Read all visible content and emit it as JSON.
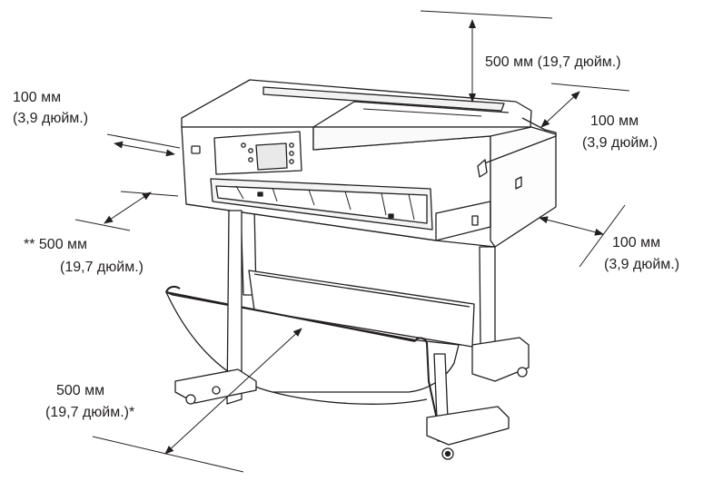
{
  "labels": {
    "top": "500 мм (19,7 дюйм.)",
    "left_mm": "100 мм",
    "left_in": "(3,9 дюйм.)",
    "right_top_mm": "100 мм",
    "right_top_in": "(3,9 дюйм.)",
    "right_side_mm": "100 мм",
    "right_side_in": "(3,9 дюйм.)",
    "front_mid_mm": "** 500 мм",
    "front_mid_in": "(19,7 дюйм.)",
    "bottom_mm": "500 мм",
    "bottom_in": "(19,7 дюйм.)*"
  }
}
